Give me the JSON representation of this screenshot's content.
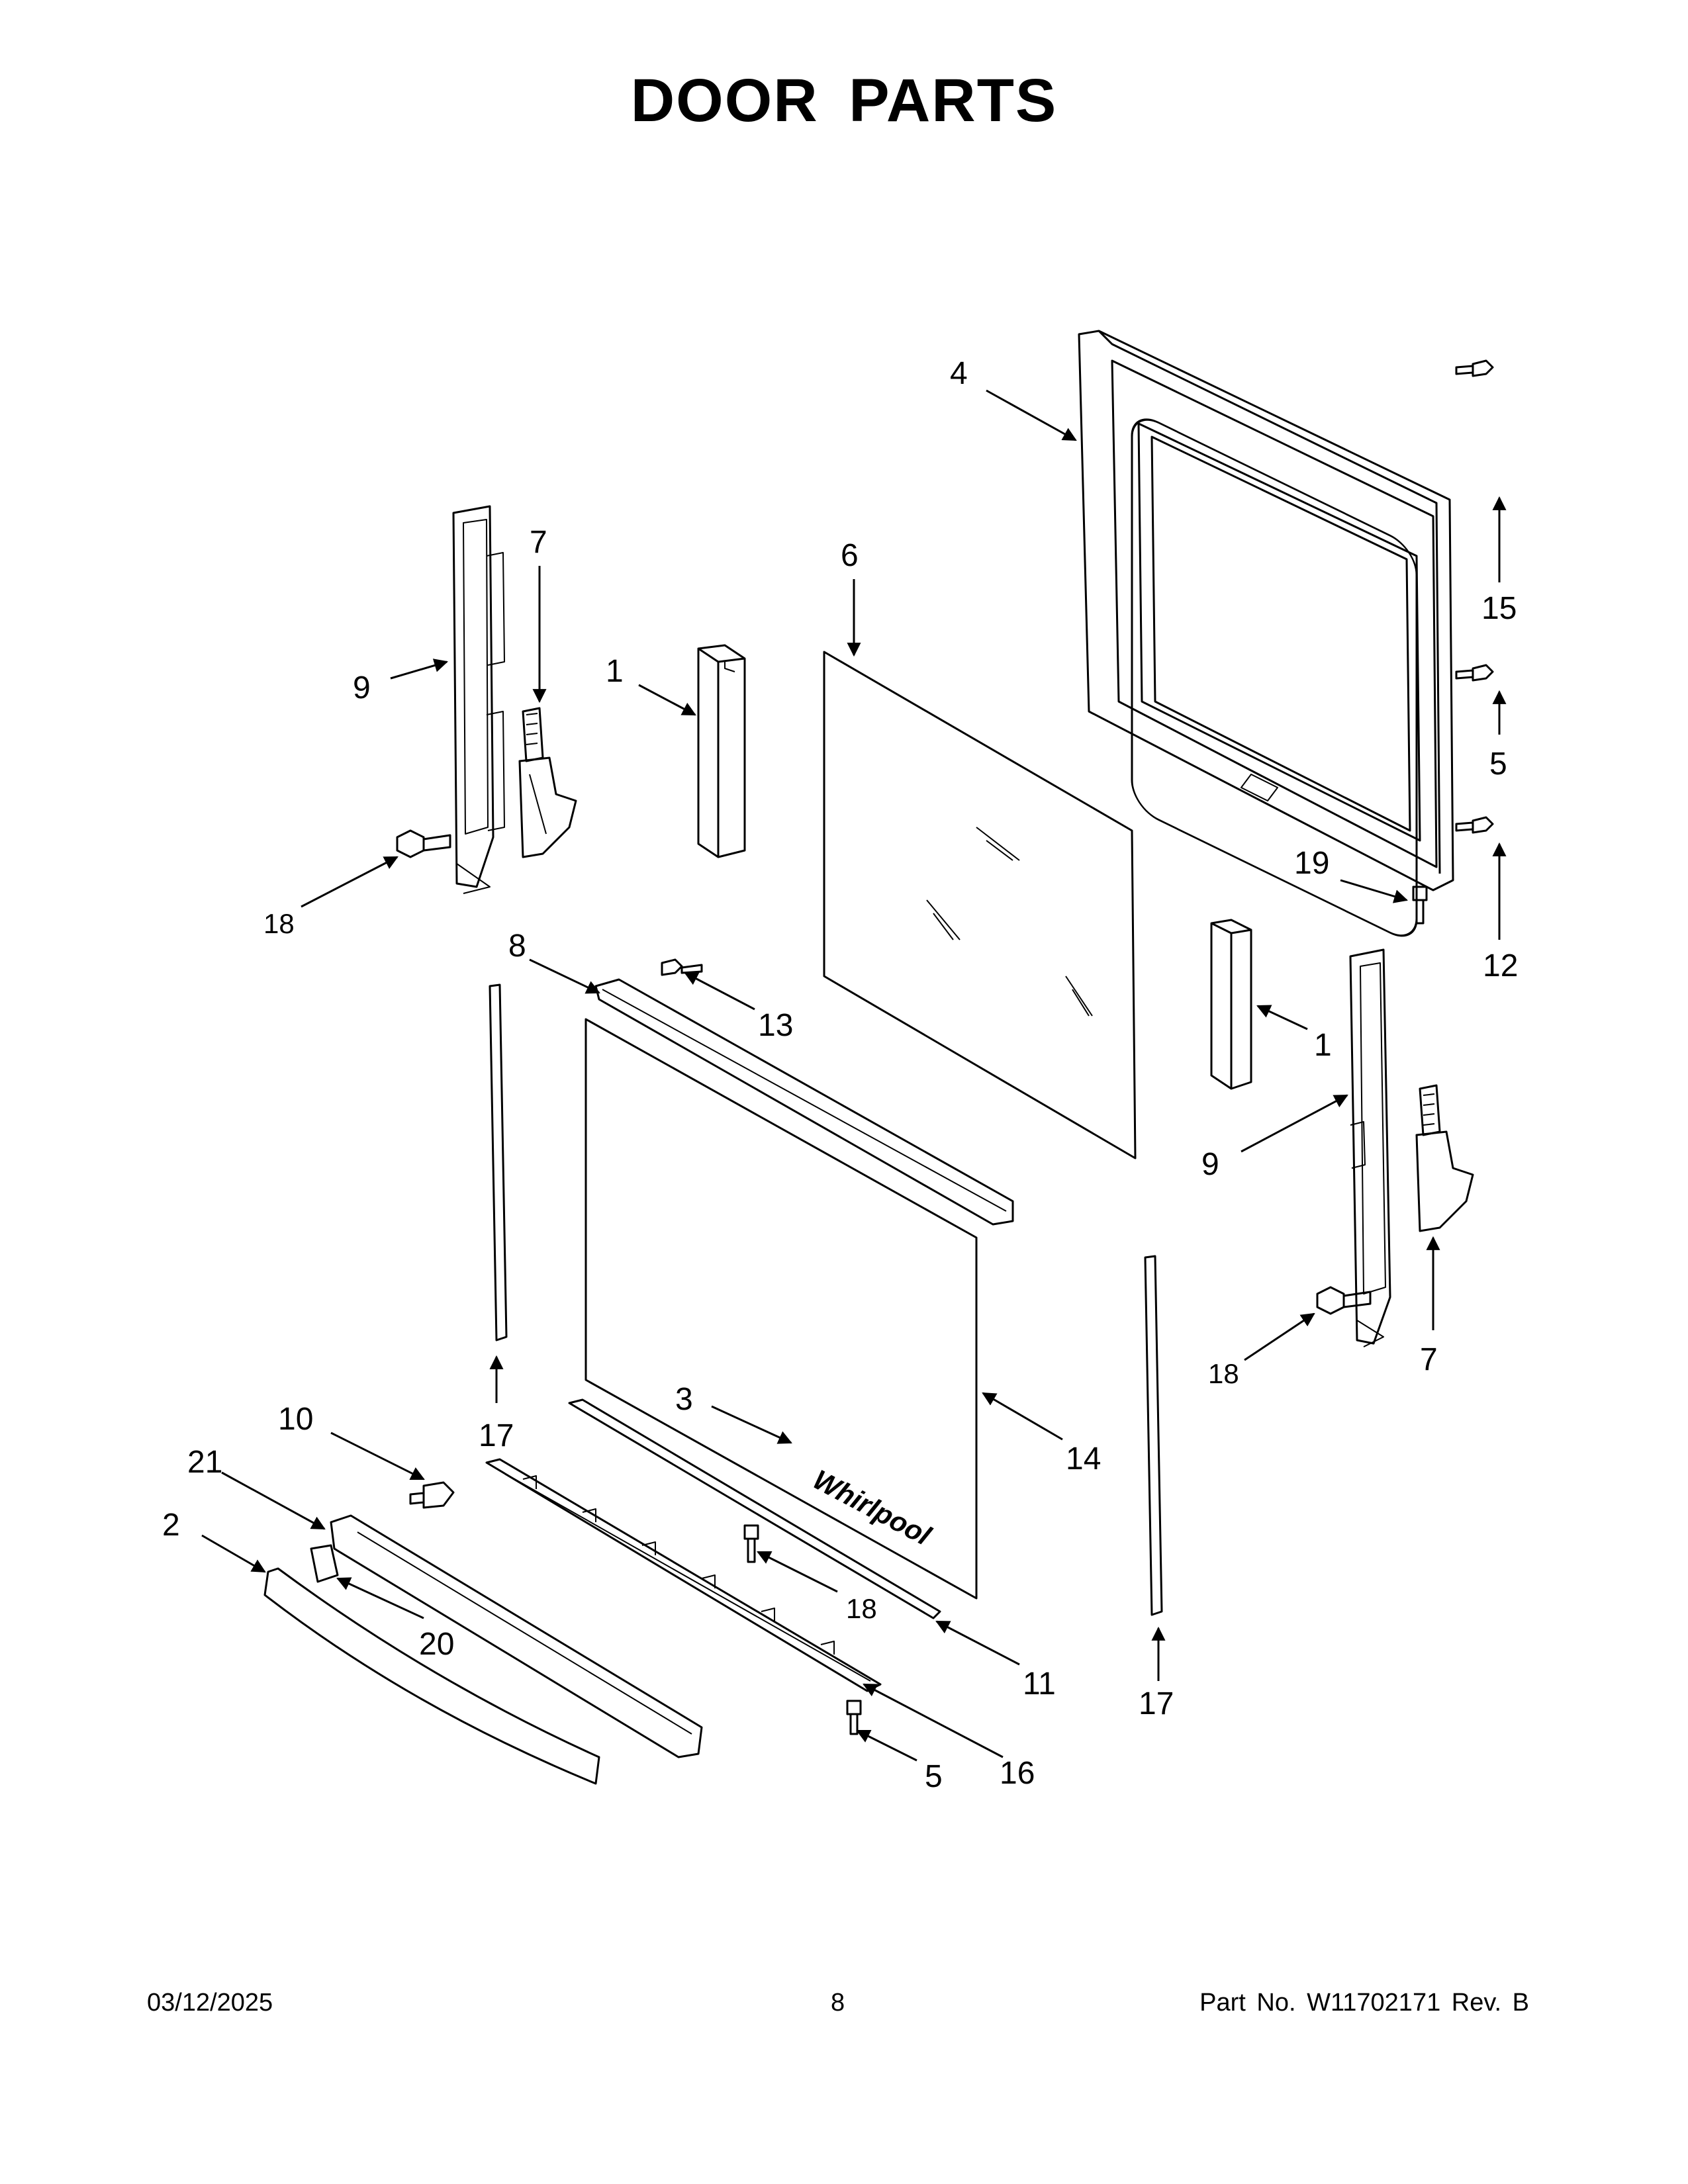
{
  "page": {
    "title": "DOOR PARTS",
    "footer": {
      "date": "03/12/2025",
      "page_number": "8",
      "part_no": "Part No.  W11702171  Rev.  B"
    }
  },
  "callouts": {
    "c4": "4",
    "c6": "6",
    "c7a": "7",
    "c9a": "9",
    "c1a": "1",
    "c15": "15",
    "c5a": "5",
    "c18a": "18",
    "c19": "19",
    "c12": "12",
    "c8": "8",
    "c13": "13",
    "c1b": "1",
    "c9b": "9",
    "c17a": "17",
    "c3": "3",
    "c14": "14",
    "c10": "10",
    "c21": "21",
    "c2": "2",
    "c20": "20",
    "c18b": "18",
    "c11": "11",
    "c17b": "17",
    "c5b": "5",
    "c16": "16",
    "c18c": "18",
    "c7b": "7"
  },
  "logo_text": "Whirlpool"
}
